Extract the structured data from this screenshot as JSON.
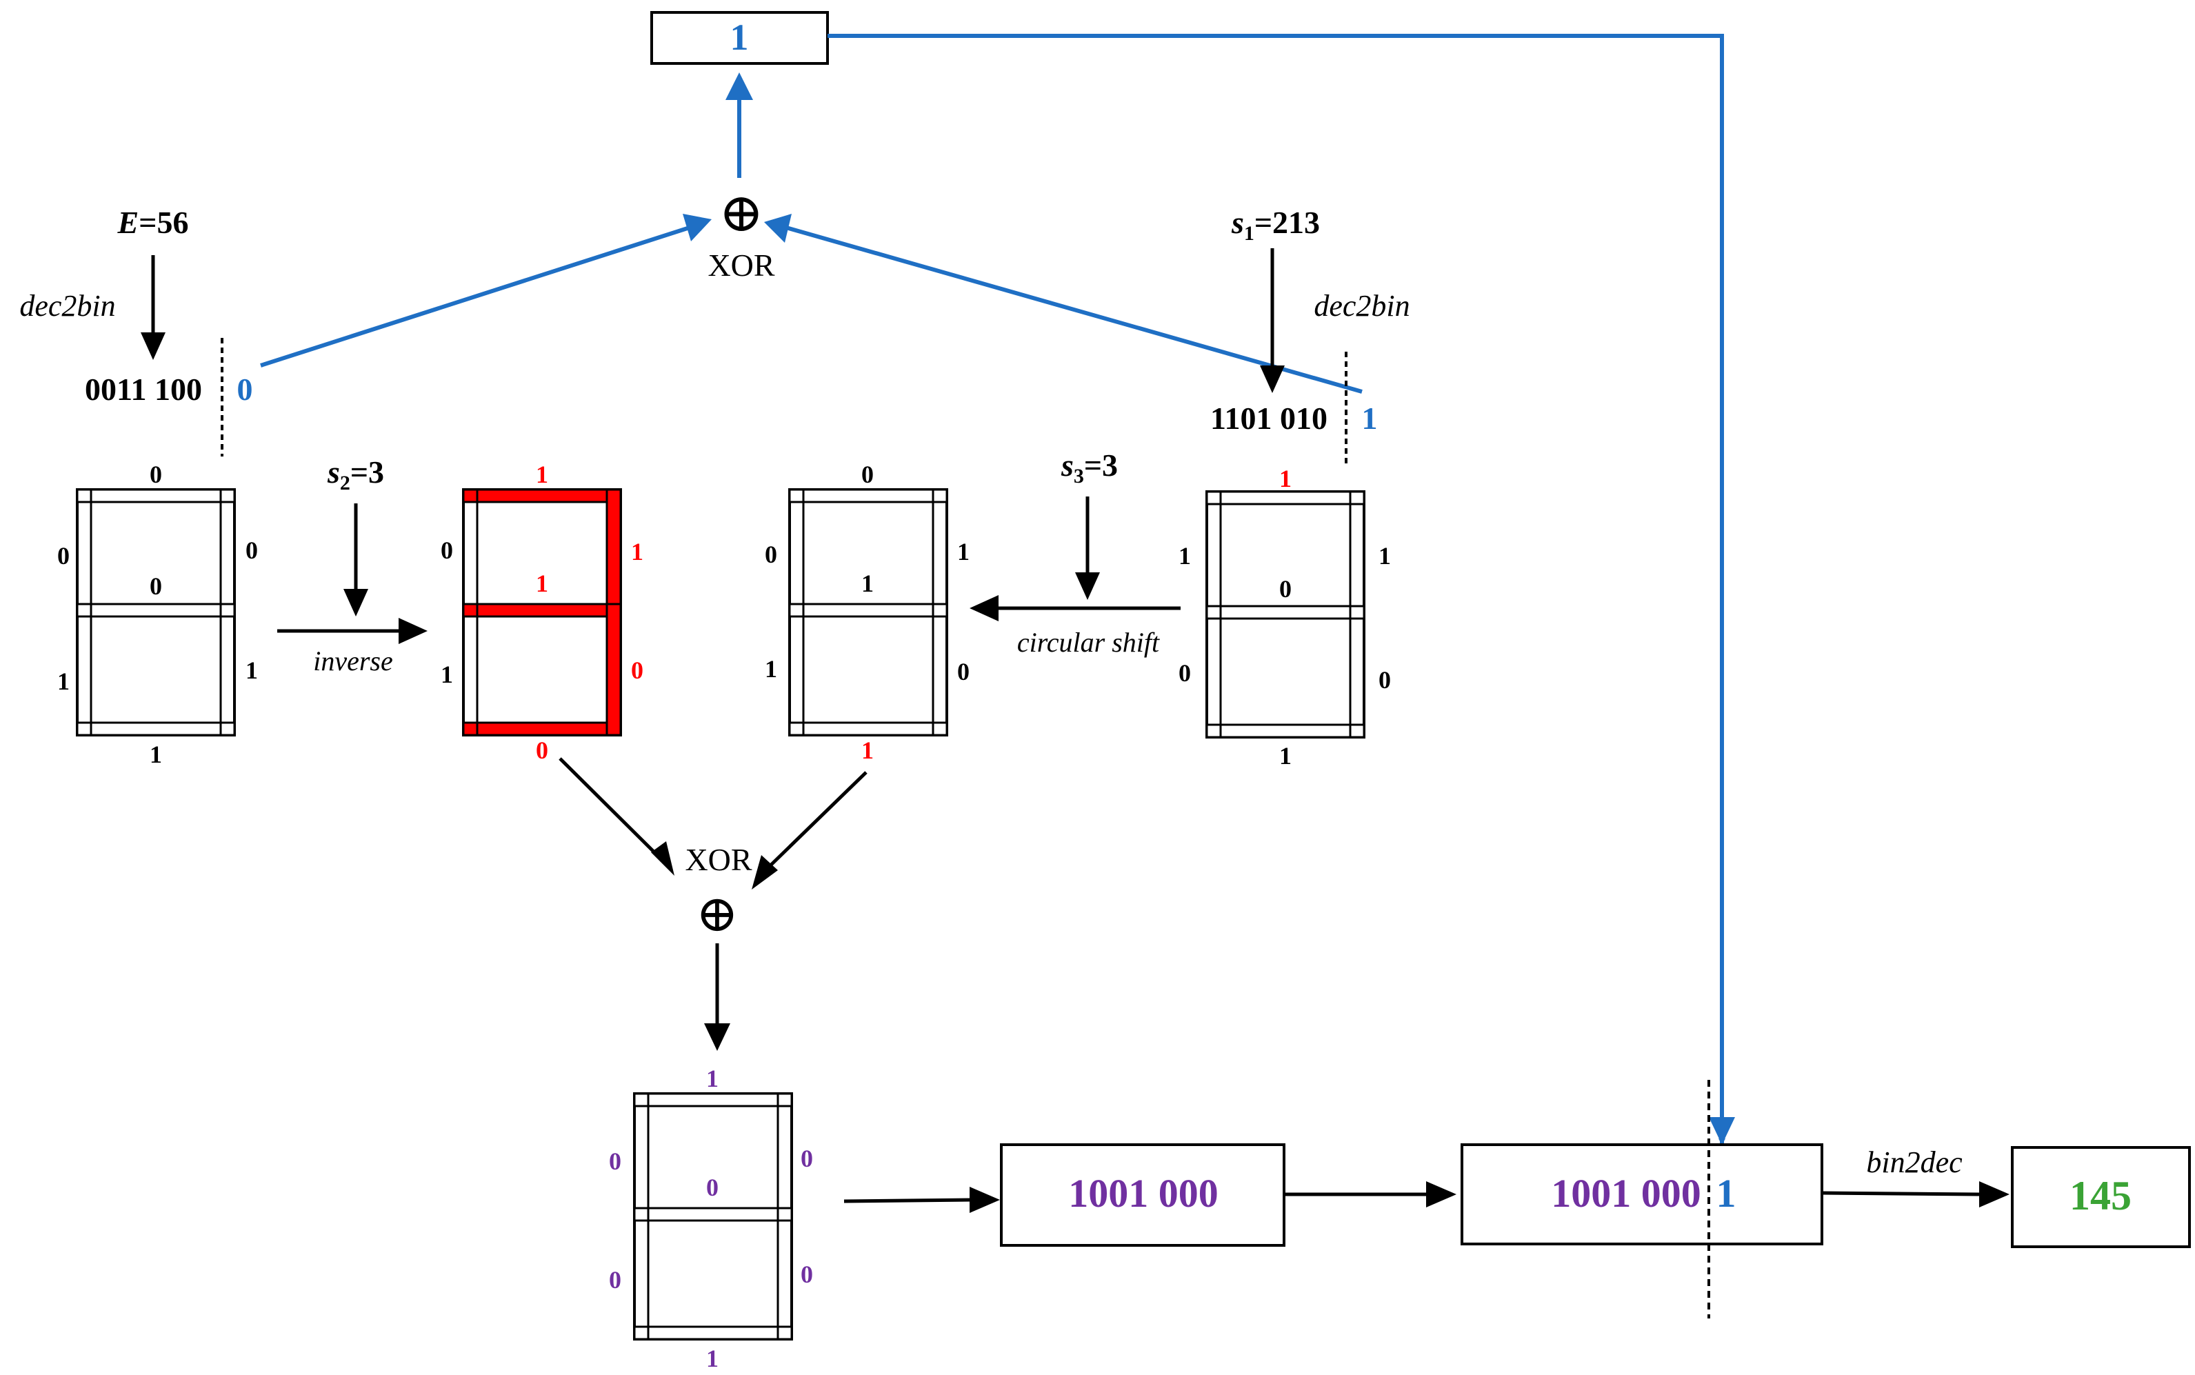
{
  "colors": {
    "black": "#000000",
    "blue": "#1f6fc4",
    "red": "#ff0000",
    "purple": "#7030a0",
    "green": "#3aa335"
  },
  "top_result": "1",
  "xor_top": {
    "symbol": "⊕",
    "label": "XOR"
  },
  "xor_bottom": {
    "symbol": "⊕",
    "label": "XOR"
  },
  "left_input": {
    "E_letter": "E",
    "E_value": "=56",
    "dec2bin": "dec2bin",
    "bits_main": "0011 100",
    "bit_last": "0"
  },
  "right_input": {
    "s_letter": "s",
    "s_sub": "1",
    "s_value": "=213",
    "dec2bin": "dec2bin",
    "bits_main": "1101 010",
    "bit_last": "1"
  },
  "s2": {
    "letter": "s",
    "sub": "2",
    "value": "=3",
    "op": "inverse"
  },
  "s3": {
    "letter": "s",
    "sub": "3",
    "value": "=3",
    "op": "circular shift"
  },
  "seg_e": {
    "top": "0",
    "ul": "0",
    "ur": "0",
    "mid": "0",
    "ll": "1",
    "lr": "1",
    "bot": "1"
  },
  "seg_inv": {
    "top": "1",
    "ul": "0",
    "ur": "1",
    "mid": "1",
    "ll": "1",
    "lr": "0",
    "bot": "0"
  },
  "seg_shift": {
    "top": "0",
    "ul": "0",
    "ur": "1",
    "mid": "1",
    "ll": "1",
    "lr": "0",
    "bot": "1"
  },
  "seg_s1": {
    "top": "1",
    "ul": "1",
    "ur": "1",
    "mid": "0",
    "ll": "0",
    "lr": "0",
    "bot": "1"
  },
  "seg_out": {
    "top": "1",
    "ul": "0",
    "ur": "0",
    "mid": "0",
    "ll": "0",
    "lr": "0",
    "bot": "1"
  },
  "box_mid": "1001 000",
  "box_combined": {
    "bits": "1001 000",
    "last": "1"
  },
  "bin2dec": "bin2dec",
  "final_result": "145"
}
